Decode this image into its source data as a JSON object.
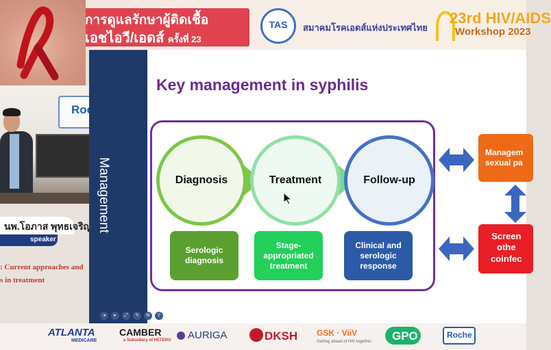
{
  "banner": {
    "title_line1": "การดูแลรักษาผู้ติดเชื้อ",
    "title_line2": "เอชไอวี/เอดส์",
    "title_edition": "ครั้งที่ 23",
    "logo_text": "TAS",
    "society_name": "สมาคมโรคเอดส์แห่งประเทศไทย",
    "workshop_line1": "23rd HIV/AIDS",
    "workshop_line2": "Workshop 2023"
  },
  "camera": {
    "background_sign": "Roc",
    "speaker_name": "นพ.โอภาส พุทธเจริญ",
    "speaker_role": "speaker",
    "talk_title_line1": ": Current approaches and",
    "talk_title_line2": "s in treatment"
  },
  "slide": {
    "sidebar_label": "Management",
    "title": "Key management in syphilis",
    "steps": [
      {
        "label": "Diagnosis",
        "detail": "Serologic diagnosis",
        "color": "#7cc746"
      },
      {
        "label": "Treatment",
        "detail": "Stage-appropriated treatment",
        "color": "#22d05a"
      },
      {
        "label": "Follow-up",
        "detail": "Clinical and serologic response",
        "color": "#2b5ba8"
      }
    ],
    "side_boxes": {
      "management_line1": "Managem",
      "management_line2": "sexual pa",
      "screening_line1": "Screen",
      "screening_line2": "othe",
      "screening_line3": "coinfec"
    },
    "controls": [
      "◂",
      "▸",
      "⤢",
      "✎",
      "⧉",
      "⚲"
    ]
  },
  "sponsors": {
    "atlanta": "ATLANTA",
    "atlanta_sub": "MEDICARE",
    "camber": "CAMBER",
    "camber_sub": "a Subsidiary of HETERO",
    "auriga": "AURIGA",
    "dksh": "DKSH",
    "gsk": "GSK · ViiV",
    "gsk_sub": "Getting ahead of HIV together",
    "gpo": "GPO",
    "roche": "Roche"
  },
  "colors": {
    "slide_title": "#6a2c8f",
    "sidebar": "#1f3a69",
    "frame": "#6f2fa0",
    "arrow_blue": "#3b67c0",
    "management_box": "#ee6a17",
    "screening_box": "#e81f25"
  }
}
